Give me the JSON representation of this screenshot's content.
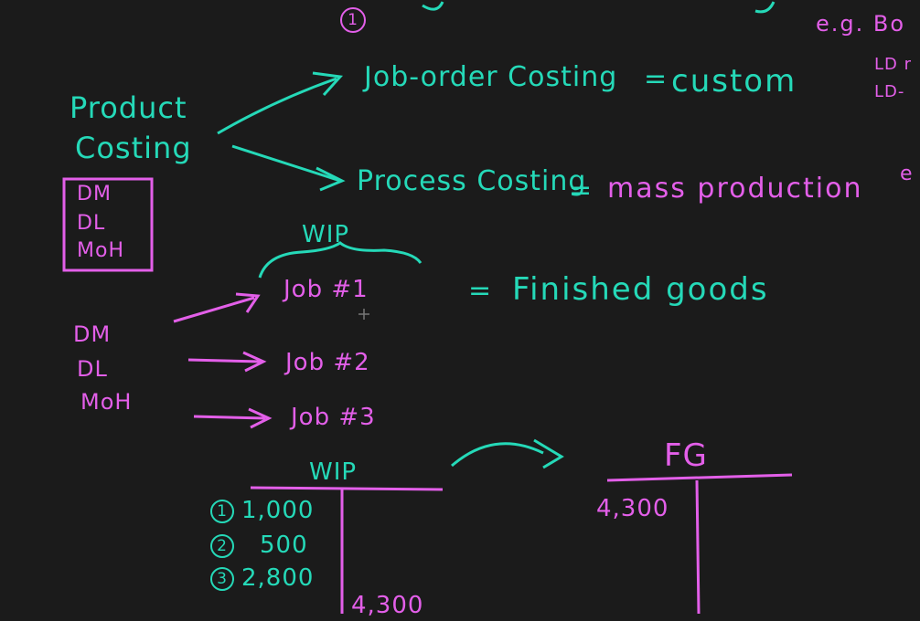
{
  "board": {
    "top_step": "1",
    "eg_text": "e.g. Bo",
    "ld1": "LD r",
    "ld2": "LD-",
    "e_frag": "e",
    "product_costing_line1": "Product",
    "product_costing_line2": "Costing",
    "costs_box": [
      "DM",
      "DL",
      "MoH"
    ],
    "job_order_label": "Job-order Costing",
    "job_order_eq": "=",
    "job_order_value": "custom",
    "process_label": "Process Costing",
    "process_eq": "=",
    "process_value": "mass production",
    "wip_brace_label": "WIP",
    "jobs": [
      "Job #1",
      "Job #2",
      "Job #3"
    ],
    "job1_eq": "=",
    "job1_result": "Finished goods",
    "left_costs": [
      "DM",
      "DL",
      "MoH"
    ],
    "wip_account": {
      "title": "WIP",
      "entries": [
        {
          "step": "1",
          "amount": "1,000"
        },
        {
          "step": "2",
          "amount": "500"
        },
        {
          "step": "3",
          "amount": "2,800"
        }
      ],
      "credit": "4,300"
    },
    "fg_account": {
      "title": "FG",
      "debit": "4,300"
    }
  },
  "colors": {
    "background": "#1b1b1b",
    "teal": "#25d9b8",
    "pink": "#e35fe9"
  }
}
